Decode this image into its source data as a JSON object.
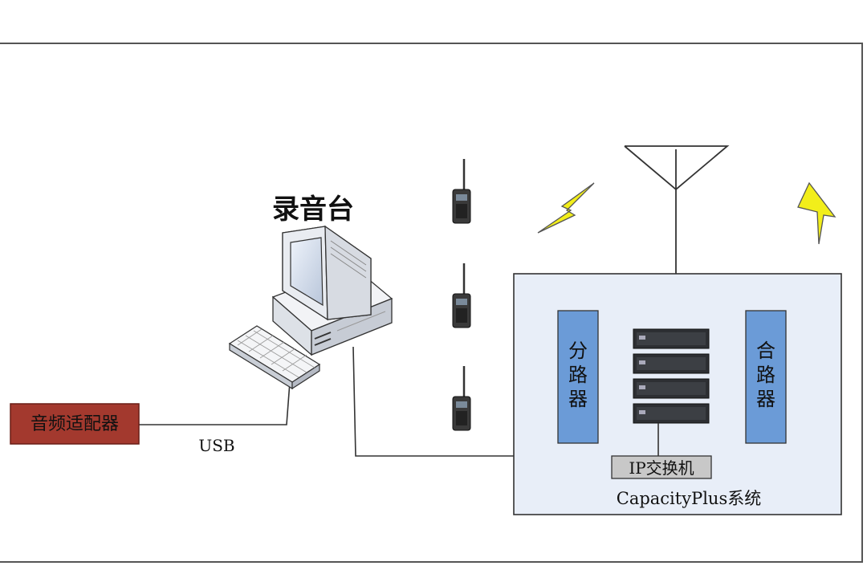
{
  "title": "录音台",
  "adapter_label": "音频适配器",
  "usb_label": "USB",
  "splitter_label": [
    "分",
    "路",
    "器"
  ],
  "combiner_label": [
    "合",
    "路",
    "器"
  ],
  "switch_label": "IP交换机",
  "system_label": "CapacityPlus系统",
  "colors": {
    "adapter_fill": "#A3392E",
    "splitter_fill": "#6B9BD7",
    "system_fill": "#E8EEF8",
    "switch_fill": "#C8C8C8",
    "lightning": "#F2EE1A"
  },
  "icons": [
    "computer-icon",
    "keyboard-icon",
    "radio-handset-icon",
    "antenna-icon",
    "lightning-icon",
    "repeater-icon"
  ]
}
